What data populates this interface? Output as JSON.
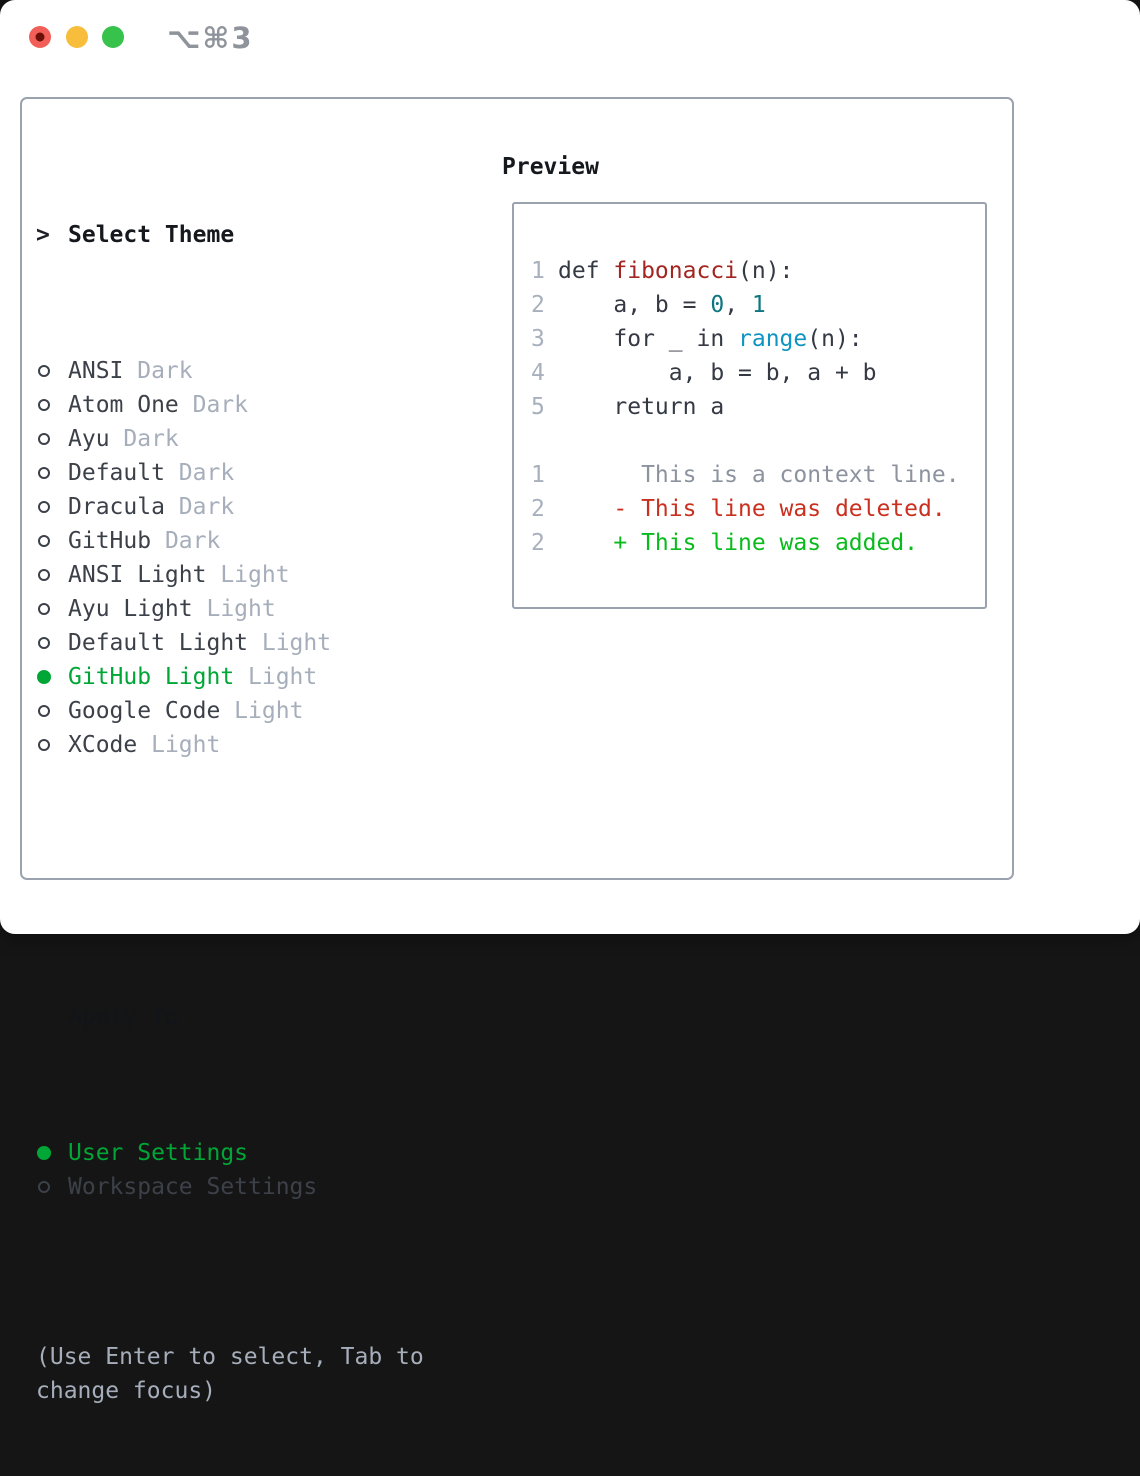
{
  "titlebar": {
    "shortcut_label": "⌥⌘3",
    "traffic_lights": [
      "close",
      "minimize",
      "zoom"
    ]
  },
  "theme_panel": {
    "header": "Select Theme",
    "prompt": ">",
    "themes": [
      {
        "name": "ANSI",
        "variant": "Dark",
        "selected": false
      },
      {
        "name": "Atom One",
        "variant": "Dark",
        "selected": false
      },
      {
        "name": "Ayu",
        "variant": "Dark",
        "selected": false
      },
      {
        "name": "Default",
        "variant": "Dark",
        "selected": false
      },
      {
        "name": "Dracula",
        "variant": "Dark",
        "selected": false
      },
      {
        "name": "GitHub",
        "variant": "Dark",
        "selected": false
      },
      {
        "name": "ANSI Light",
        "variant": "Light",
        "selected": false
      },
      {
        "name": "Ayu Light",
        "variant": "Light",
        "selected": false
      },
      {
        "name": "Default Light",
        "variant": "Light",
        "selected": false
      },
      {
        "name": "GitHub Light",
        "variant": "Light",
        "selected": true
      },
      {
        "name": "Google Code",
        "variant": "Light",
        "selected": false
      },
      {
        "name": "XCode",
        "variant": "Light",
        "selected": false
      }
    ],
    "apply_to": {
      "header": "Apply To",
      "options": [
        {
          "label": "User Settings",
          "selected": true
        },
        {
          "label": "Workspace Settings",
          "selected": false
        }
      ]
    },
    "help_text": "(Use Enter to select, Tab to change focus)"
  },
  "preview": {
    "header": "Preview",
    "lines": [
      {
        "num": "1",
        "tokens": [
          {
            "t": "def ",
            "c": "plain"
          },
          {
            "t": "fibonacci",
            "c": "fn"
          },
          {
            "t": "(n):",
            "c": "plain"
          }
        ]
      },
      {
        "num": "2",
        "tokens": [
          {
            "t": "    a, b = ",
            "c": "plain"
          },
          {
            "t": "0",
            "c": "num"
          },
          {
            "t": ", ",
            "c": "plain"
          },
          {
            "t": "1",
            "c": "num"
          }
        ]
      },
      {
        "num": "3",
        "tokens": [
          {
            "t": "    for _ in ",
            "c": "plain"
          },
          {
            "t": "range",
            "c": "bi"
          },
          {
            "t": "(n):",
            "c": "plain"
          }
        ]
      },
      {
        "num": "4",
        "tokens": [
          {
            "t": "        a, b = b, a + b",
            "c": "plain"
          }
        ]
      },
      {
        "num": "5",
        "tokens": [
          {
            "t": "    return a",
            "c": "plain"
          }
        ]
      },
      {
        "num": "",
        "tokens": []
      },
      {
        "num": "1",
        "tokens": [
          {
            "t": "      This is a context line.",
            "c": "ctx"
          }
        ]
      },
      {
        "num": "2",
        "tokens": [
          {
            "t": "    - This line was deleted.",
            "c": "del"
          }
        ]
      },
      {
        "num": "2",
        "tokens": [
          {
            "t": "    + This line was added.",
            "c": "add"
          }
        ]
      }
    ]
  },
  "colors": {
    "accent_green": "#00a636",
    "added_green": "#0abb1d",
    "deleted_red": "#c9301f",
    "function_red": "#a32521",
    "number_teal": "#0d7680",
    "builtin_blue": "#0f93c2",
    "text_dark": "#3c4149",
    "text_code": "#343944",
    "text_gray": "#a6aebb",
    "context_gray": "#8d939e",
    "linenum_gray": "#a8b0bd",
    "header_black": "#15181d",
    "border_gray": "#9aa2ae",
    "titlebar_gray": "#8f939a",
    "traffic_red": "#f25f58",
    "traffic_red_dot": "#6b0f08",
    "traffic_yellow": "#f7bd3b",
    "traffic_green": "#37c24c"
  }
}
